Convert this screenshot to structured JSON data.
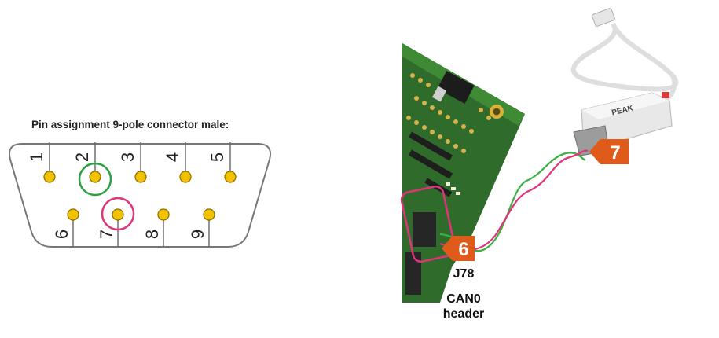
{
  "left_diagram": {
    "title": "Pin assignment 9-pole connector male:",
    "top_pins": [
      "1",
      "2",
      "3",
      "4",
      "5"
    ],
    "bottom_pins": [
      "6",
      "7",
      "8",
      "9"
    ],
    "highlight_colors": {
      "pin2": "#2ea043",
      "pin7": "#e0337a"
    },
    "pin_color": "#f2c200"
  },
  "right_photo": {
    "callout_board": "6",
    "callout_adapter": "7",
    "callout_color": "#e05a1a",
    "board_logo": "PEAK",
    "connector_label": "J78",
    "header_label_line1": "CAN0",
    "header_label_line2": "header",
    "wire_colors": {
      "wire_a": "#3cb043",
      "wire_b": "#e0337a"
    },
    "board_color": "#2f6b2a"
  }
}
